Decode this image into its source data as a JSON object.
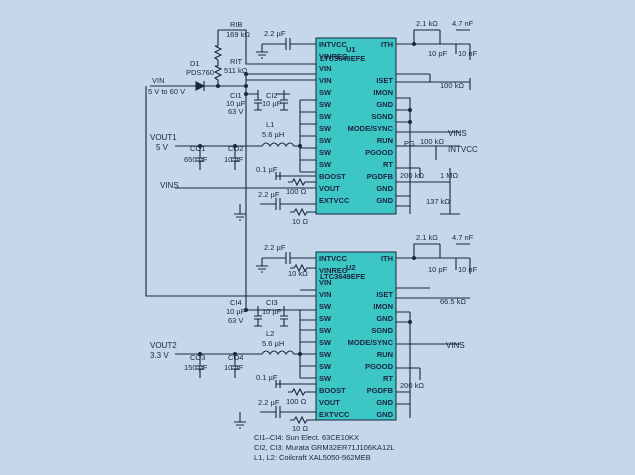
{
  "colors": {
    "background": "#c4d8ea",
    "ic_fill": "#3cc6c4",
    "ink": "#1d2440"
  },
  "u1": {
    "name": "U1",
    "part": "LTC3649EFE",
    "left_pins": [
      "INTVCC",
      "VINREG",
      "VIN",
      "VIN",
      "SW",
      "SW",
      "SW",
      "SW",
      "SW",
      "SW",
      "SW",
      "BOOST",
      "VOUT",
      "EXTVCC"
    ],
    "right_pins": [
      "ITH",
      "",
      "",
      "ISET",
      "IMON",
      "GND",
      "SGND",
      "MODE/SYNC",
      "RUN",
      "PGOOD",
      "RT",
      "PGDFB",
      "GND",
      "GND"
    ]
  },
  "u2": {
    "name": "U2",
    "part": "LTC3649EFE",
    "left_pins": [
      "INTVCC",
      "VINREG",
      "VIN",
      "VIN",
      "SW",
      "SW",
      "SW",
      "SW",
      "SW",
      "SW",
      "SW",
      "BOOST",
      "VOUT",
      "EXTVCC"
    ],
    "right_pins": [
      "ITH",
      "",
      "",
      "ISET",
      "IMON",
      "GND",
      "SGND",
      "MODE/SYNC",
      "RUN",
      "PGOOD",
      "RT",
      "PGDFB",
      "GND",
      "GND"
    ]
  },
  "top_labels": [
    {
      "id": "rb",
      "text": "RIB"
    },
    {
      "id": "rb_val",
      "text": "169 kΩ"
    },
    {
      "id": "rt",
      "text": "RIT"
    },
    {
      "id": "rt_val",
      "text": "511 kΩ"
    },
    {
      "id": "cap_intvcc1",
      "text": "2.2 µF"
    },
    {
      "id": "d1",
      "text": "D1"
    },
    {
      "id": "d1_part",
      "text": "PDS760"
    },
    {
      "id": "vin",
      "text": "VIN"
    },
    {
      "id": "vin_range",
      "text": "5 V to 60 V"
    },
    {
      "id": "ci1",
      "text": "CI1"
    },
    {
      "id": "ci1_val",
      "text": "10 µF"
    },
    {
      "id": "ci1_v",
      "text": "63 V"
    },
    {
      "id": "ci2",
      "text": "CI2"
    },
    {
      "id": "ci2_val",
      "text": "10 µF"
    },
    {
      "id": "l1",
      "text": "L1"
    },
    {
      "id": "l1_val",
      "text": "5.6 µH"
    },
    {
      "id": "vout1",
      "text": "VOUT1"
    },
    {
      "id": "vout1_v",
      "text": "5 V"
    },
    {
      "id": "co1",
      "text": "CO1"
    },
    {
      "id": "co1_val",
      "text": "650 µF"
    },
    {
      "id": "co2",
      "text": "CO2"
    },
    {
      "id": "co2_val",
      "text": "10 µF"
    },
    {
      "id": "boot1",
      "text": "0.1 µF"
    },
    {
      "id": "r100_1",
      "text": "100 Ω"
    },
    {
      "id": "vins1",
      "text": "VINS"
    },
    {
      "id": "cap_extv1",
      "text": "2.2 µF"
    },
    {
      "id": "r10_1",
      "text": "10 Ω"
    },
    {
      "id": "ith1_r",
      "text": "2.1 kΩ"
    },
    {
      "id": "ith1_c",
      "text": "4.7 nF"
    },
    {
      "id": "ith1_c2",
      "text": "10 pF"
    },
    {
      "id": "ith1_c3",
      "text": "10 nF"
    },
    {
      "id": "iset1_r",
      "text": "100 kΩ"
    },
    {
      "id": "run1",
      "text": "VINS"
    },
    {
      "id": "pg1",
      "text": "PG"
    },
    {
      "id": "pg1_r",
      "text": "100 kΩ"
    },
    {
      "id": "pg1_intv",
      "text": "INTVCC"
    },
    {
      "id": "rt1",
      "text": "200 kΩ"
    },
    {
      "id": "pgd1",
      "text": "1 MΩ"
    },
    {
      "id": "pgd1_b",
      "text": "137 kΩ"
    }
  ],
  "bottom_labels": [
    {
      "id": "cap_intvcc2",
      "text": "2.2 µF"
    },
    {
      "id": "vinreg2_r",
      "text": "10 kΩ"
    },
    {
      "id": "ci4",
      "text": "CI4"
    },
    {
      "id": "ci4_val",
      "text": "10 µF"
    },
    {
      "id": "ci4_v",
      "text": "63 V"
    },
    {
      "id": "ci3",
      "text": "CI3"
    },
    {
      "id": "ci3_val",
      "text": "10 µF"
    },
    {
      "id": "l2",
      "text": "L2"
    },
    {
      "id": "l2_val",
      "text": "5.6 µH"
    },
    {
      "id": "vout2",
      "text": "VOUT2"
    },
    {
      "id": "vout2_v",
      "text": "3.3 V"
    },
    {
      "id": "co3",
      "text": "CO3"
    },
    {
      "id": "co3_val",
      "text": "150 µF"
    },
    {
      "id": "co4",
      "text": "CO4"
    },
    {
      "id": "co4_val",
      "text": "10 µF"
    },
    {
      "id": "boot2",
      "text": "0.1 µF"
    },
    {
      "id": "r100_2",
      "text": "100 Ω"
    },
    {
      "id": "cap_extv2",
      "text": "2.2 µF"
    },
    {
      "id": "r10_2",
      "text": "10 Ω"
    },
    {
      "id": "ith2_r",
      "text": "2.1 kΩ"
    },
    {
      "id": "ith2_c",
      "text": "4.7 nF"
    },
    {
      "id": "ith2_c2",
      "text": "10 pF"
    },
    {
      "id": "ith2_c3",
      "text": "10 nF"
    },
    {
      "id": "iset2_r",
      "text": "66.5 kΩ"
    },
    {
      "id": "run2",
      "text": "VINS"
    },
    {
      "id": "rt2",
      "text": "200 kΩ"
    }
  ],
  "notes": [
    "CI1–CI4: Sun Elect. 63CE10KX",
    "CI2, CI3: Murata GRM32ER71J106KA12L",
    "L1, L2: Coilcraft XAL5050-562MEB"
  ]
}
